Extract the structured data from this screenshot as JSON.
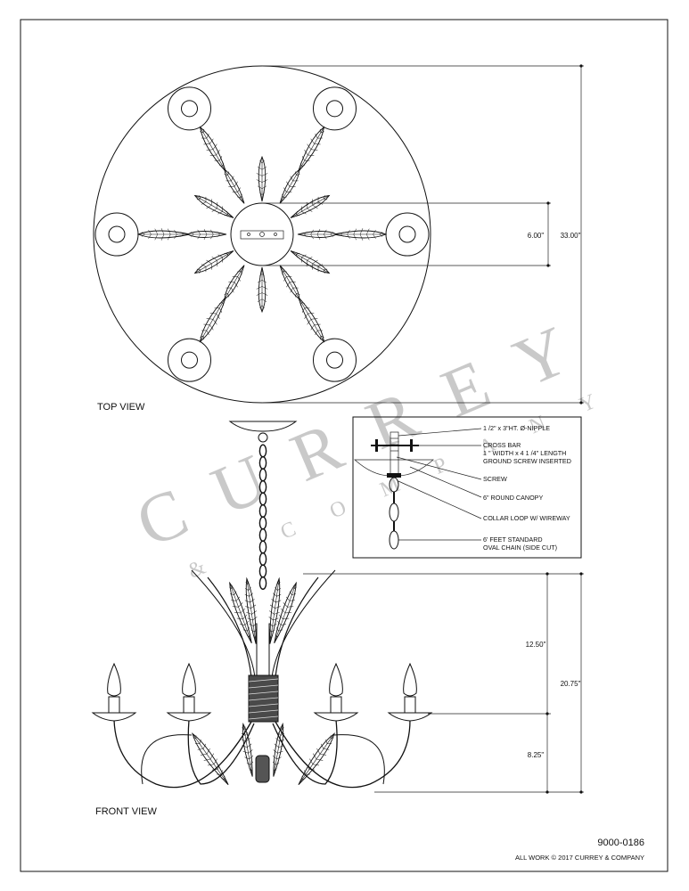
{
  "views": {
    "top_label": "TOP VIEW",
    "front_label": "FRONT VIEW"
  },
  "dimensions": {
    "overall_diameter": "33.00\"",
    "canopy_diameter": "6.00\"",
    "upper_height": "12.50\"",
    "lower_height": "8.25\"",
    "total_height": "20.75\""
  },
  "detail_callouts": [
    {
      "lines": [
        "1 /2\" x 3\"HT. Ø-NIPPLE"
      ]
    },
    {
      "lines": [
        "CROSS BAR",
        "1 \" WIDTH x 4 1 /4\" LENGTH",
        "GROUND SCREW INSERTED"
      ]
    },
    {
      "lines": [
        "SCREW"
      ]
    },
    {
      "lines": [
        "6\" ROUND CANOPY"
      ]
    },
    {
      "lines": [
        "COLLAR LOOP W/ WIREWAY"
      ]
    },
    {
      "lines": [
        "6' FEET STANDARD",
        "OVAL CHAIN (SIDE CUT)"
      ]
    }
  ],
  "watermark": {
    "brand": "CURREY",
    "sub": "& COMPANY"
  },
  "footer": {
    "part_number": "9000-0186",
    "copyright": "ALL WORK © 2017 CURREY & COMPANY"
  }
}
